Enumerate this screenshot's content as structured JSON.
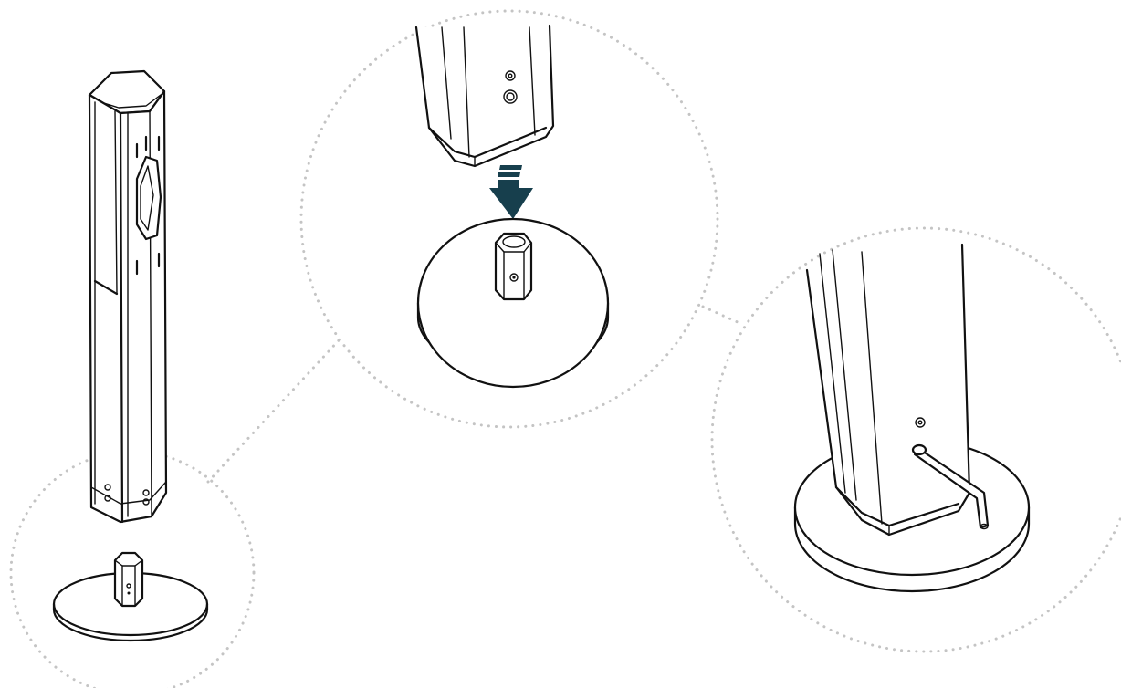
{
  "colors": {
    "line": "#111111",
    "dotted_callout": "#c4c4c4",
    "arrow": "#173f4d",
    "background": "#ffffff"
  },
  "icons": {
    "overview": "stand-column-and-base",
    "detail_1": "lower-column-onto-base-post",
    "detail_2": "tighten-with-hex-key"
  }
}
